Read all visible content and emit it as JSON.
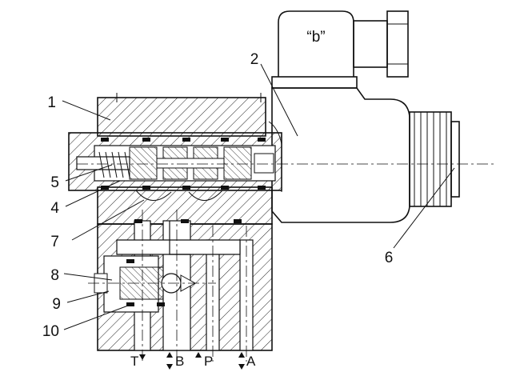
{
  "solenoid_marker": "“b”",
  "callouts": [
    {
      "id": "1",
      "text": "1"
    },
    {
      "id": "2",
      "text": "2"
    },
    {
      "id": "4",
      "text": "4"
    },
    {
      "id": "5",
      "text": "5"
    },
    {
      "id": "6",
      "text": "6"
    },
    {
      "id": "7",
      "text": "7"
    },
    {
      "id": "8",
      "text": "8"
    },
    {
      "id": "9",
      "text": "9"
    },
    {
      "id": "10",
      "text": "10"
    }
  ],
  "ports": [
    {
      "id": "T",
      "text": "T"
    },
    {
      "id": "B",
      "text": "B"
    },
    {
      "id": "P",
      "text": "P"
    },
    {
      "id": "A",
      "text": "A"
    }
  ]
}
